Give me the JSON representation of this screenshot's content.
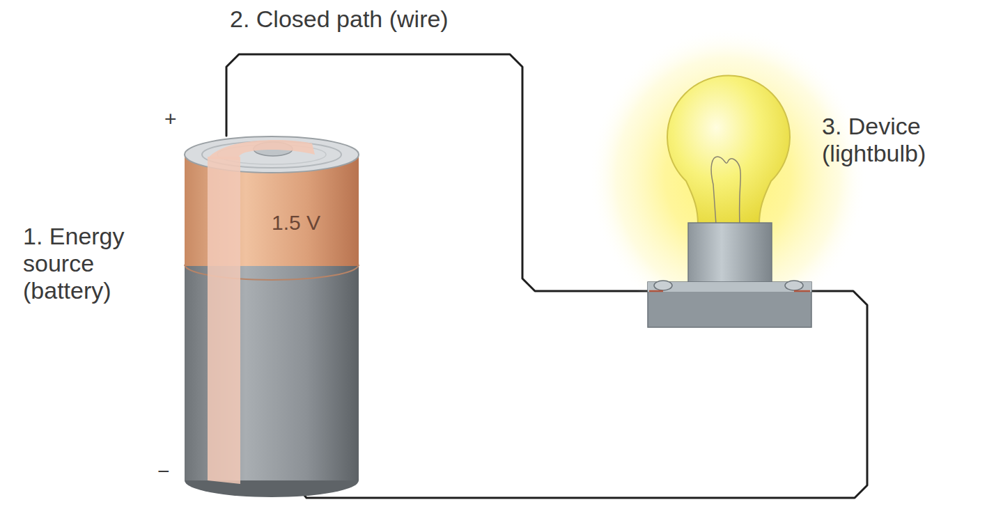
{
  "diagram": {
    "nodes": [
      {
        "text": [
          "1. Energy source (battery)",
          "1.5 V"
        ]
      },
      {
        "text": [
          "3. Device (lightbulb)"
        ]
      }
    ],
    "edges": [
      {
        "from": 0,
        "to": 1,
        "arrow": "none"
      },
      {
        "from": 0,
        "to": 1,
        "arrow": "none"
      }
    ],
    "labels": [
      "2. Closed path (wire)",
      "+",
      "−"
    ]
  }
}
